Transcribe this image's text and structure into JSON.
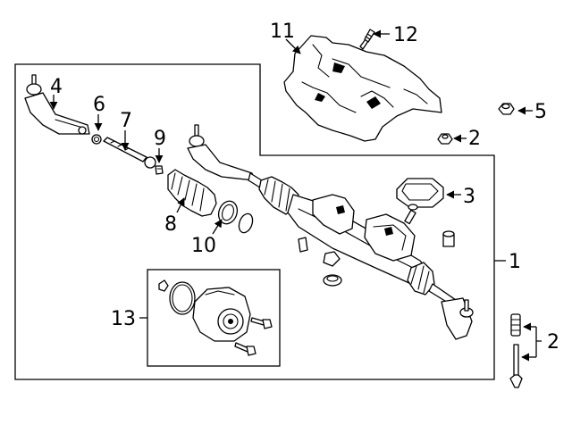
{
  "diagram": {
    "callouts": [
      {
        "id": "c1",
        "label": "1"
      },
      {
        "id": "c2a",
        "label": "2"
      },
      {
        "id": "c2b",
        "label": "2"
      },
      {
        "id": "c3",
        "label": "3"
      },
      {
        "id": "c4",
        "label": "4"
      },
      {
        "id": "c5",
        "label": "5"
      },
      {
        "id": "c6",
        "label": "6"
      },
      {
        "id": "c7",
        "label": "7"
      },
      {
        "id": "c8",
        "label": "8"
      },
      {
        "id": "c9",
        "label": "9"
      },
      {
        "id": "c10",
        "label": "10"
      },
      {
        "id": "c11",
        "label": "11"
      },
      {
        "id": "c12",
        "label": "12"
      },
      {
        "id": "c13",
        "label": "13"
      }
    ]
  }
}
